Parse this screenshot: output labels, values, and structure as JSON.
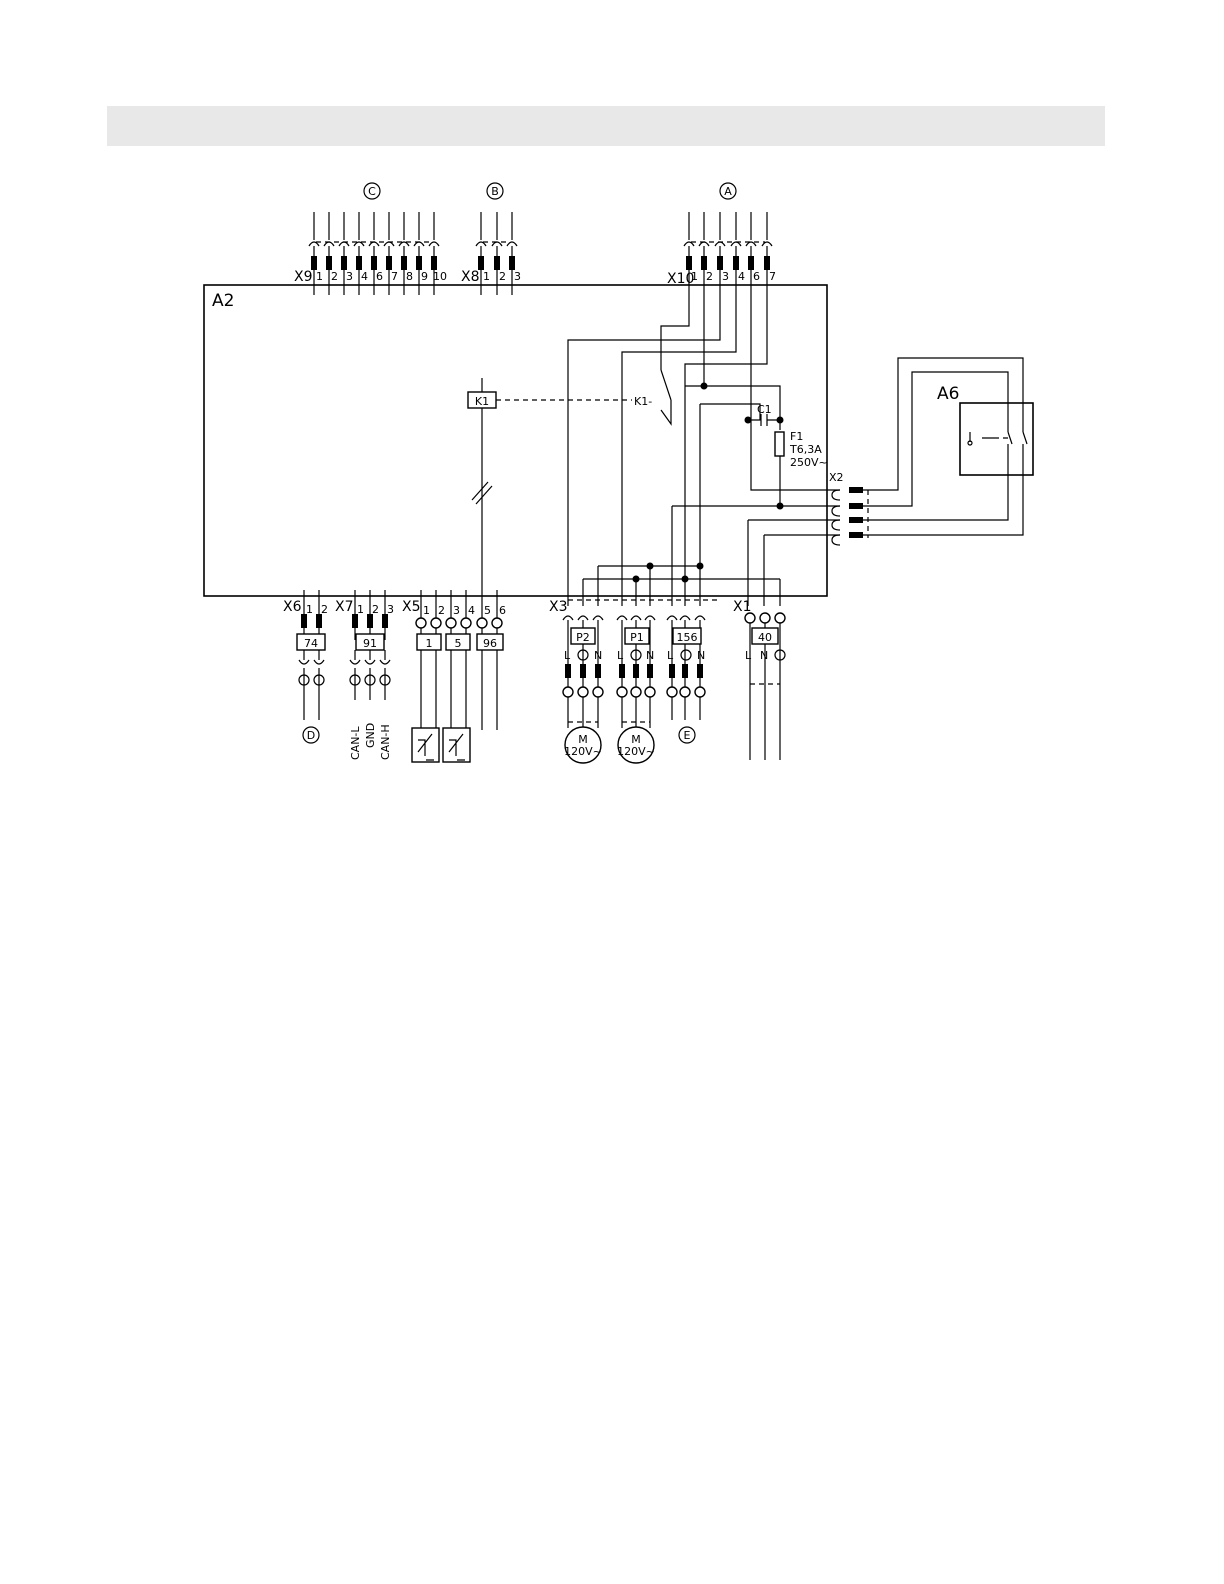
{
  "module_label": "A2",
  "remote_label": "A6",
  "relay_label": "K1",
  "relay_contact_label": "K1-",
  "capacitor_label": "C1",
  "fuse": {
    "name": "F1",
    "rating": "T6,3A",
    "voltage": "250V~"
  },
  "callouts": {
    "a": "A",
    "b": "B",
    "c": "C",
    "d": "D",
    "e": "E"
  },
  "connectors": {
    "x9": {
      "name": "X9",
      "pins": [
        "1",
        "2",
        "3",
        "4",
        "6",
        "7",
        "8",
        "9",
        "10"
      ]
    },
    "x8": {
      "name": "X8",
      "pins": [
        "1",
        "2",
        "3"
      ]
    },
    "x10": {
      "name": "X10",
      "pins": [
        "1",
        "2",
        "3",
        "4",
        "6",
        "7"
      ]
    },
    "x6": {
      "name": "X6",
      "pins": [
        "1",
        "2"
      ]
    },
    "x7": {
      "name": "X7",
      "pins": [
        "1",
        "2",
        "3"
      ]
    },
    "x5": {
      "name": "X5",
      "pins": [
        "1",
        "2",
        "3",
        "4",
        "5",
        "6"
      ]
    },
    "x3": {
      "name": "X3"
    },
    "x1": {
      "name": "X1"
    },
    "x2": {
      "name": "X2"
    }
  },
  "plugs": {
    "p74": "74",
    "p91": "91",
    "p1": "1",
    "p5": "5",
    "p96": "96",
    "pP2": "P2",
    "pP1": "P1",
    "p156": "156",
    "p40": "40"
  },
  "lnpe": {
    "l": "L",
    "n": "N"
  },
  "can": {
    "low": "CAN-L",
    "gnd": "GND",
    "high": "CAN-H"
  },
  "motors": {
    "m": "M",
    "voltage": "120V~"
  }
}
